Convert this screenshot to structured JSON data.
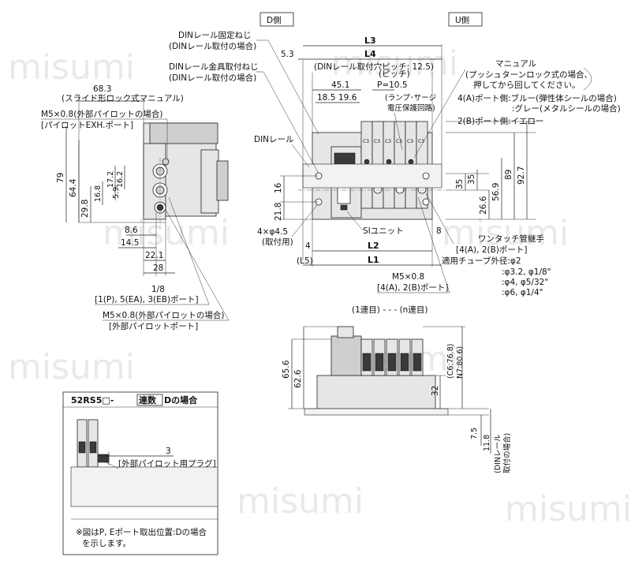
{
  "views": {
    "d_side": "D側",
    "u_side": "U側"
  },
  "left_view": {
    "dim_68_3": "68.3",
    "slide_manual": "(スライド形ロック式マニュアル)",
    "m5_ext_pilot_line1": "M5×0.8(外部パイロットの場合)",
    "m5_ext_pilot_line2": "[パイロットEXH.ポート]",
    "dim_79": "79",
    "dim_64_4": "64.4",
    "dim_29_8": "29.8",
    "dim_16_8": "16.8",
    "dim_17_2": "17.2",
    "dim_16_2": "16.2",
    "dim_5_9": "5.9",
    "dim_8_6": "8.6",
    "dim_14_5": "14.5",
    "dim_22_1": "22.1",
    "dim_28": "28",
    "port_size": "1/8",
    "port_desc": "[1(P), 5(EA), 3(EB)ポート]",
    "m5_ext_pilot_port_line1": "M5×0.8(外部パイロットの場合)",
    "m5_ext_pilot_port_line2": "[外部パイロットポート]"
  },
  "center_view": {
    "din_fix_screw_line1": "DINレール固定ねじ",
    "din_fix_screw_line2": "(DINレール取付の場合)",
    "din_bracket_screw_line1": "DINレール金具取付ねじ",
    "din_bracket_screw_line2": "(DINレール取付の場合)",
    "dim_5_3": "5.3",
    "dim_l3": "L3",
    "dim_l4": "L4",
    "din_pitch": "(DINレール取付穴ピッチ: 12.5)",
    "dim_45_1": "45.1",
    "pitch_label": "(ピッチ)",
    "pitch_value": "P=10.5",
    "dim_18_5": "18.5",
    "dim_19_6": "19.6",
    "lamp_surge_line1": "(ランプ･サージ",
    "lamp_surge_line2": "電圧保護回路)",
    "din_rail": "DINレール",
    "dim_16": "16",
    "dim_21_8": "21.8",
    "mount_hole_line1": "4×φ4.5",
    "mount_hole_line2": "(取付用)",
    "si_unit": "SIユニット",
    "dim_4": "4",
    "dim_l5": "(L5)",
    "dim_l2": "L2",
    "dim_l1": "L1",
    "m5_port_line1": "M5×0.8",
    "m5_port_line2": "[4(A), 2(B)ポート]",
    "dim_8": "8",
    "onetouch_line1": "ワンタッチ管継手",
    "onetouch_line2": "[4(A), 2(B)ポート]",
    "tube_od_label": "適用チューブ外径:φ2",
    "tube_od_2": ":φ3.2, φ1/8\"",
    "tube_od_3": ":φ4, φ5/32\"",
    "tube_od_4": ":φ6, φ1/4\"",
    "valve_labels": [
      "C3",
      "C3",
      "C3",
      "C3",
      "C3",
      "C3"
    ]
  },
  "right_view": {
    "manual": "マニュアル",
    "manual_note_line1": "(プッシュターンロック式の場合、",
    "manual_note_line2": "押してから回してください。",
    "port4_line1": "4(A)ポート側:ブルー(弾性体シールの場合)",
    "port4_line2": ":グレー(メタルシールの場合)",
    "port2": "2(B)ポート側:イエロー",
    "dim_35": "35",
    "dim_35_b": "35",
    "dim_26_6": "26.6",
    "dim_56_9": "56.9",
    "dim_89": "89",
    "dim_92_7": "92.7"
  },
  "bottom_view": {
    "station_label": "(1連目) - - - (n連目)",
    "dim_65_6": "65.6",
    "dim_62_6": "62.6",
    "dim_32": "32",
    "c6_dim_line1": "(C6:76.8)",
    "c6_dim_line2": "N7:80.6)",
    "dim_7_5": "7.5",
    "dim_11_8": "11.8",
    "din_note_line1": "(DINレール",
    "din_note_line2": "取付の場合)"
  },
  "inset": {
    "title_model": "52RS5□-",
    "title_box": "連数",
    "title_tail": "Dの場合",
    "dim_3": "3",
    "ext_plug": "[外部パイロット用プラグ]",
    "note_line1": "※図はP, Eポート取出位置:Dの場合",
    "note_line2": "を示します。"
  },
  "watermark": "misumi"
}
